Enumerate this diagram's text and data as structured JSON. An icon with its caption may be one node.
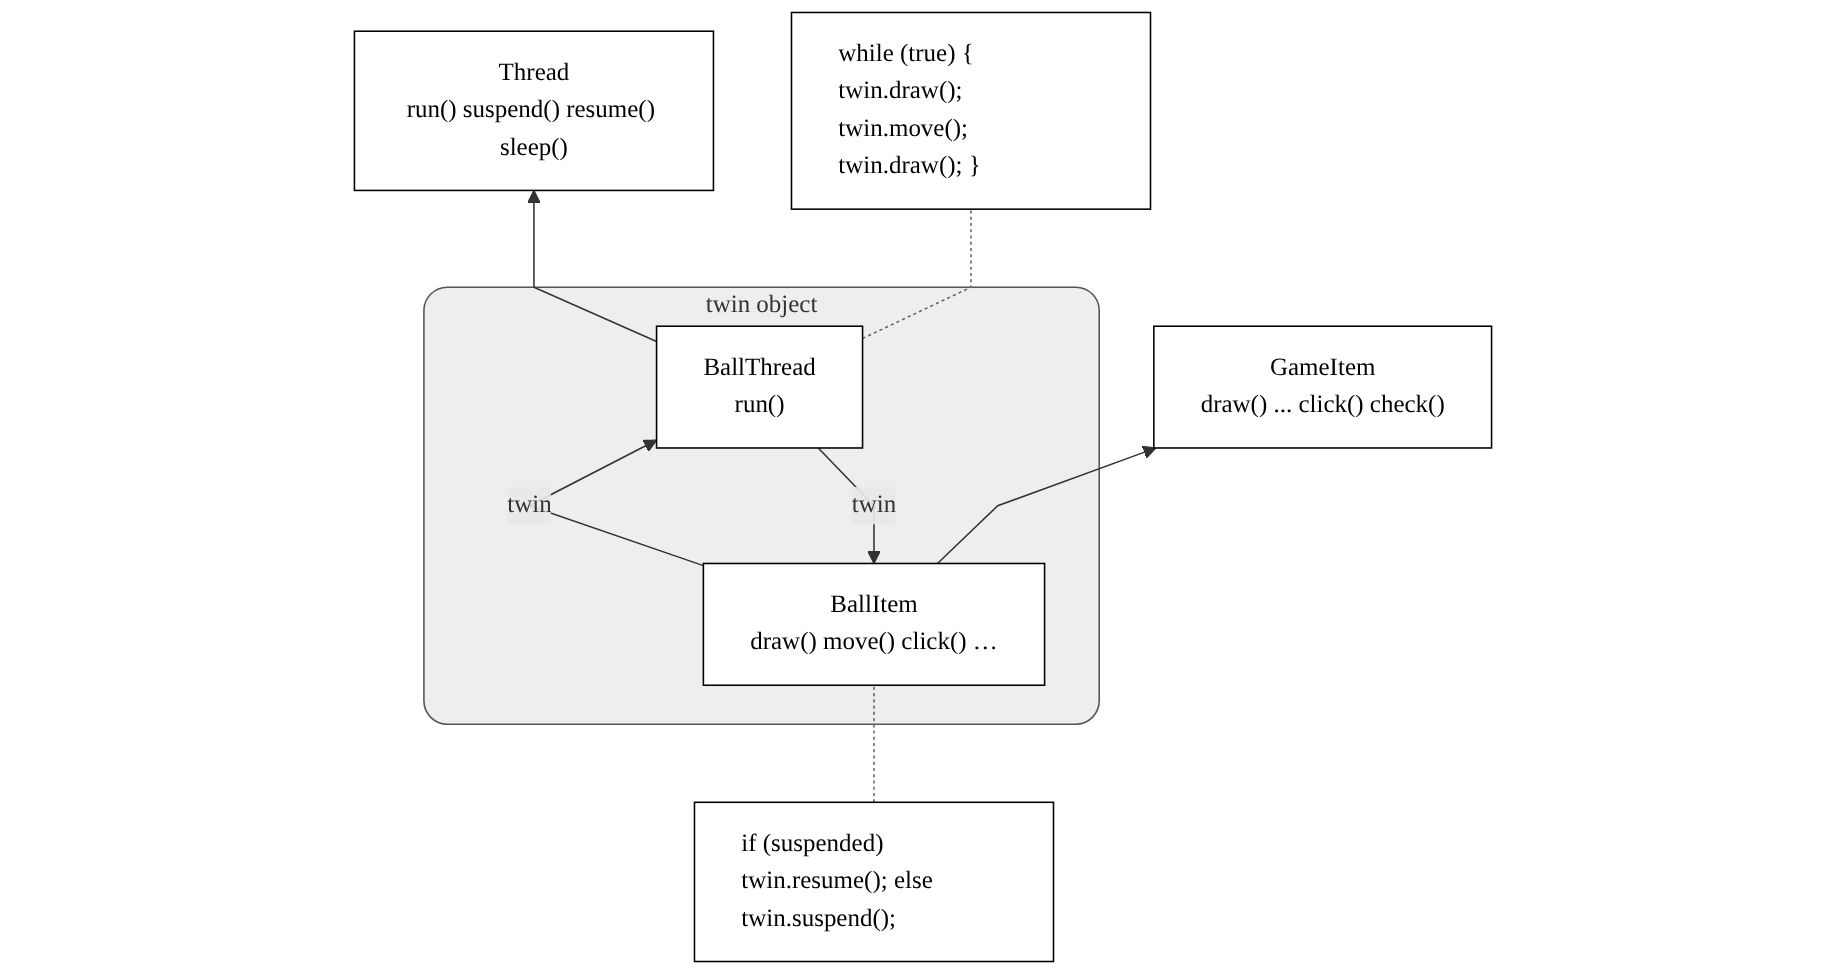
{
  "diagram": {
    "nodes": [
      {
        "text": [
          "GameItem",
          "draw() ... click() check()"
        ]
      },
      {
        "text": [
          "Thread",
          "run() suspend() resume() sleep()"
        ]
      },
      {
        "text": [
          "twin object"
        ]
      },
      {
        "text": [
          "BallItem",
          "draw() move() click() …"
        ],
        "in": 2
      },
      {
        "text": [
          "BallThread",
          "run()"
        ],
        "in": 2
      },
      {
        "text": [
          "if (suspended) twin.resume(); else twin.suspend();"
        ]
      },
      {
        "text": [
          "while (true) { twin.draw(); twin.move(); twin.draw(); }"
        ]
      }
    ],
    "edges": [
      {
        "from": 3,
        "to": 0,
        "arrow": "to"
      },
      {
        "from": 4,
        "to": 1,
        "arrow": "to"
      },
      {
        "from": 3,
        "to": 4,
        "label": "twin",
        "arrow": "to"
      },
      {
        "from": 4,
        "to": 3,
        "label": "twin",
        "arrow": "to"
      },
      {
        "from": 5,
        "to": 3,
        "arrow": "none",
        "style": "dashed",
        "color": "#666666"
      },
      {
        "from": 4,
        "to": 6,
        "arrow": "none",
        "style": "dashed",
        "color": "#666666"
      }
    ]
  }
}
